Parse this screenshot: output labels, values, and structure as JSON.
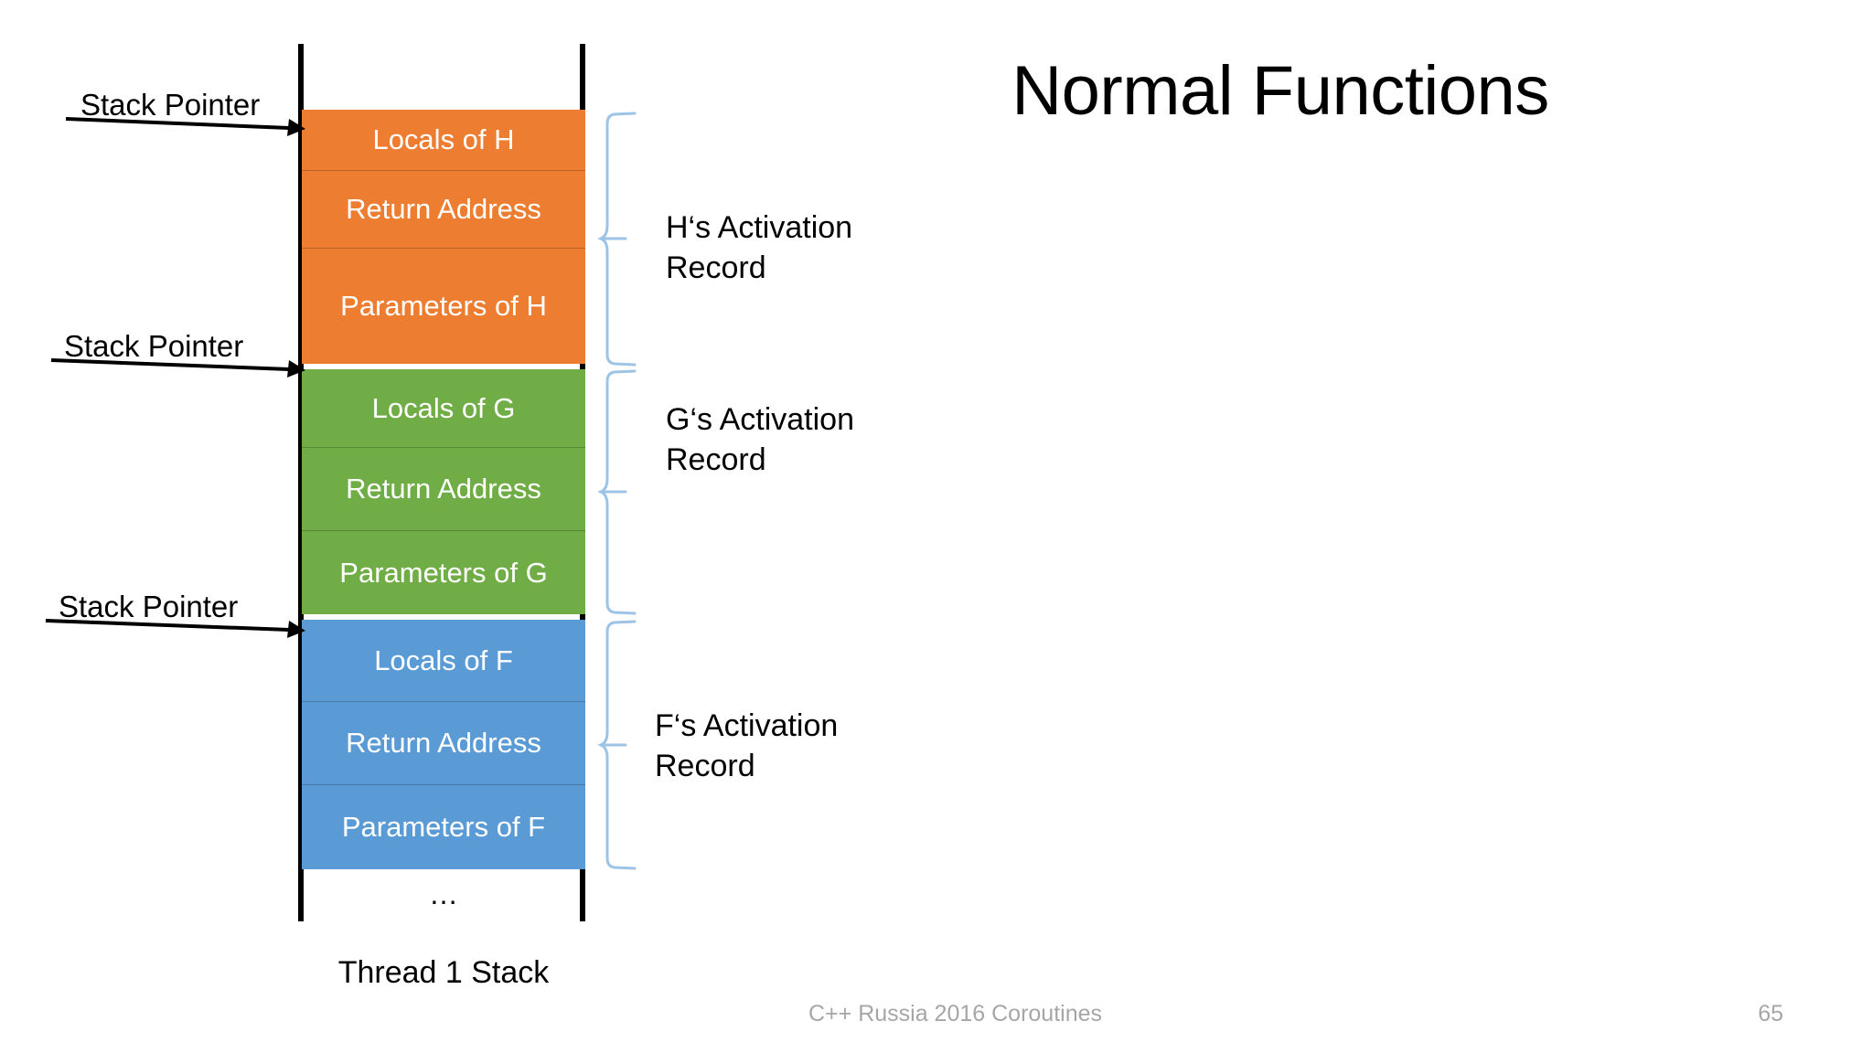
{
  "slide": {
    "title": "Normal Functions",
    "stack_caption": "Thread 1 Stack",
    "stack_ellipsis": "…",
    "colors": {
      "orange": "#ED7D31",
      "green": "#70AD47",
      "blue": "#5B9BD5",
      "brace": "#9DC3E6",
      "wall": "#000000",
      "footer_text": "#A6A6A6"
    }
  },
  "pointers": [
    {
      "label": "Stack Pointer"
    },
    {
      "label": "Stack Pointer"
    },
    {
      "label": "Stack Pointer"
    }
  ],
  "frames": [
    {
      "function": "H",
      "color": "#ED7D31",
      "bracket_label_line1": "H‘s Activation",
      "bracket_label_line2": "Record",
      "cells": [
        {
          "label": "Locals of H"
        },
        {
          "label": "Return Address"
        },
        {
          "label": "Parameters of H"
        }
      ]
    },
    {
      "function": "G",
      "color": "#70AD47",
      "bracket_label_line1": "G‘s Activation",
      "bracket_label_line2": "Record",
      "cells": [
        {
          "label": "Locals of G"
        },
        {
          "label": "Return Address"
        },
        {
          "label": "Parameters of G"
        }
      ]
    },
    {
      "function": "F",
      "color": "#5B9BD5",
      "bracket_label_line1": "F‘s Activation",
      "bracket_label_line2": "Record",
      "cells": [
        {
          "label": "Locals of F"
        },
        {
          "label": "Return Address"
        },
        {
          "label": "Parameters of F"
        }
      ]
    }
  ],
  "footer": {
    "note": "C++ Russia 2016 Coroutines",
    "page_number": "65"
  }
}
